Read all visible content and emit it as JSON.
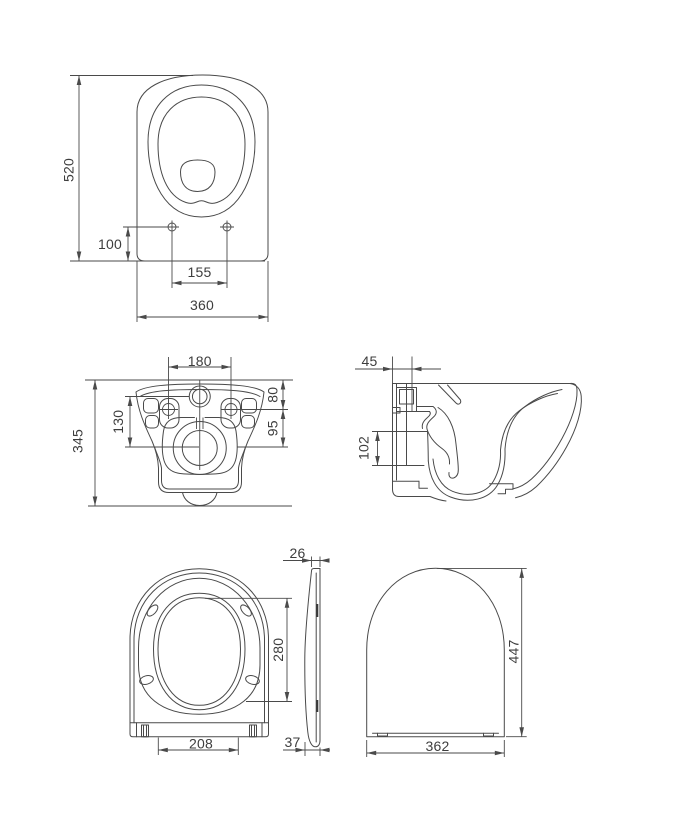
{
  "drawing": {
    "background": "#ffffff",
    "line_color": "#4a4a4a",
    "text_color": "#3d3d3d",
    "views": {
      "bowl_top": {
        "label": "toilet-top-view",
        "dims": {
          "depth": "520",
          "holes_to_wall": "100",
          "hole_spacing": "155",
          "width": "360"
        }
      },
      "bowl_rear": {
        "label": "toilet-rear-view",
        "dims": {
          "bolt_spacing": "180",
          "rim_to_bolts": "80",
          "bolts_to_outlet": "95",
          "inlet_to_outlet": "130",
          "height": "345"
        }
      },
      "bowl_side": {
        "label": "toilet-side-section",
        "dims": {
          "fixing_depth": "45",
          "outlet_height": "102"
        }
      },
      "seat_bottom": {
        "label": "seat-bottom-view",
        "dims": {
          "opening_length": "280",
          "hinge_width": "208"
        }
      },
      "seat_profile": {
        "label": "seat-side-profile",
        "dims": {
          "edge_thickness": "26",
          "hinge_thickness": "37"
        }
      },
      "lid_top": {
        "label": "lid-top-view",
        "dims": {
          "length": "447",
          "width": "362"
        }
      }
    }
  }
}
